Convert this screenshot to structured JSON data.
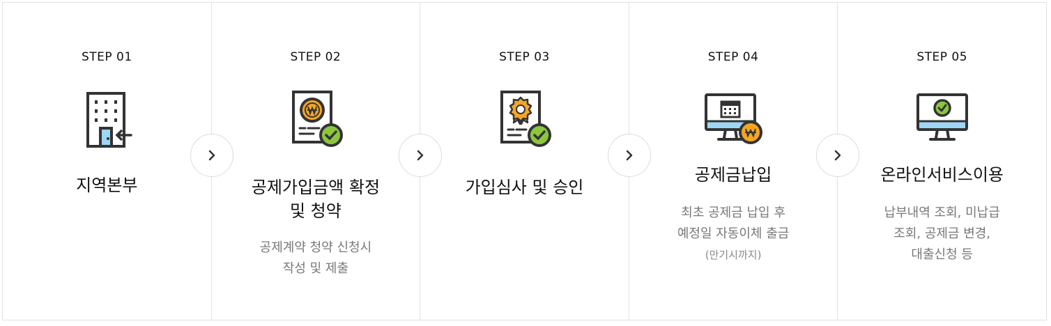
{
  "steps": [
    {
      "label": "STEP 01",
      "icon": "building-entrance-icon",
      "title_lines": [
        "지역본부"
      ],
      "desc_lines": [],
      "note": ""
    },
    {
      "label": "STEP 02",
      "icon": "certificate-won-check-icon",
      "title_lines": [
        "공제가입금액 확정",
        "및 청약"
      ],
      "desc_lines": [
        "공제계약 청약 신청시",
        "작성 및 제출"
      ],
      "note": ""
    },
    {
      "label": "STEP 03",
      "icon": "certificate-badge-check-icon",
      "title_lines": [
        "가입심사 및 승인"
      ],
      "desc_lines": [],
      "note": ""
    },
    {
      "label": "STEP 04",
      "icon": "monitor-calendar-won-icon",
      "title_lines": [
        "공제금납입"
      ],
      "desc_lines": [
        "최초 공제금 납입 후",
        "예정일 자동이체 출금"
      ],
      "note": "(만기시까지)"
    },
    {
      "label": "STEP 05",
      "icon": "monitor-check-icon",
      "title_lines": [
        "온라인서비스이용"
      ],
      "desc_lines": [
        "납부내역 조회, 미납급",
        "조회, 공제금 변경,",
        "대출신청 등"
      ],
      "note": ""
    }
  ],
  "colors": {
    "outline": "#333333",
    "accent_green": "#8cc63e",
    "accent_orange": "#f6a623",
    "screen_blue": "#9dd7f5",
    "border": "#e2e2e2"
  }
}
